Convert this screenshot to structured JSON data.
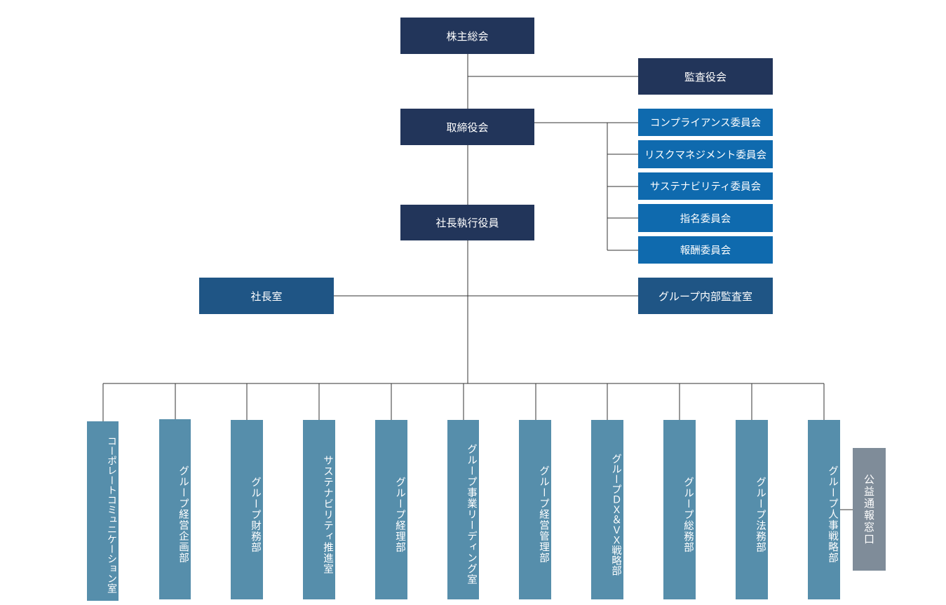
{
  "top": {
    "shareholders": "株主総会",
    "auditors": "監査役会",
    "board": "取締役会",
    "president": "社長執行役員"
  },
  "committees": [
    "コンプライアンス委員会",
    "リスクマネジメント委員会",
    "サステナビリティ委員会",
    "指名委員会",
    "報酬委員会"
  ],
  "side": {
    "president_office": "社長室",
    "internal_audit": "グループ内部監査室"
  },
  "departments": [
    "コーポレートコミュニケーション室",
    "グループ経営企画部",
    "グループ財務部",
    "サステナビリティ推進室",
    "グループ経理部",
    "グループ事業リーディング室",
    "グループ経営管理部",
    "グループＤＸ＆ＶＸ戦略部",
    "グループ総務部",
    "グループ法務部",
    "グループ人事戦略部"
  ],
  "whistleblowing": "公益通報窓口",
  "colors": {
    "navy": "#22355a",
    "committee_blue": "#0f6aae",
    "office_blue": "#1f5585",
    "department_teal": "#568eab",
    "gray": "#7f8c99"
  }
}
